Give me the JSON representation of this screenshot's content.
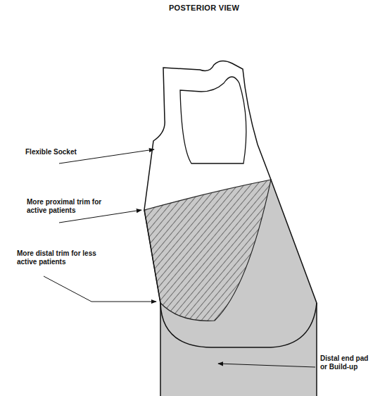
{
  "diagram": {
    "title": "POSTERIOR VIEW",
    "labels": [
      "Flexible Socket",
      "More proximal trim for active patients",
      "More distal trim for less active patients",
      "Distal end pad or Build-up"
    ]
  }
}
